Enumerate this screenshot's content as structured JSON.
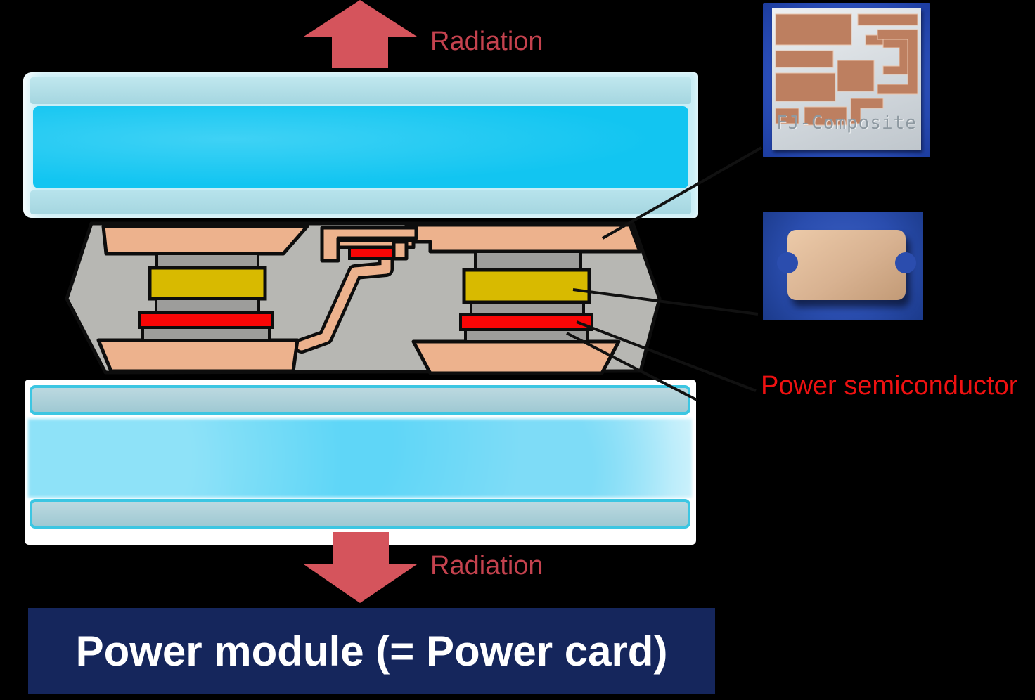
{
  "labels": {
    "radiation_top": "Radiation",
    "radiation_bottom": "Radiation",
    "power_semiconductor": "Power semiconductor"
  },
  "banner": {
    "label": "Power module (= Power card)"
  },
  "photos": {
    "circuit_board": {
      "caption": "FJ-Composite"
    }
  },
  "colors": {
    "background": "#000000",
    "arrow_red": "#d5545c",
    "radiation_text": "#c4424e",
    "power_semiconductor_text": "#ee1111",
    "banner_bg": "#15265c",
    "banner_text": "#ffffff",
    "module_body_gray": "#b7b7b3",
    "spacer_gray": "#9d9d9b",
    "copper_tan": "#edb28d",
    "chip_red": "#f90606",
    "solder_yellow": "#d8ba00",
    "cooler_cyan": "#14c6f2",
    "cooler_band": "#a9d8e2",
    "photo_blue": "#2a4aaa"
  }
}
